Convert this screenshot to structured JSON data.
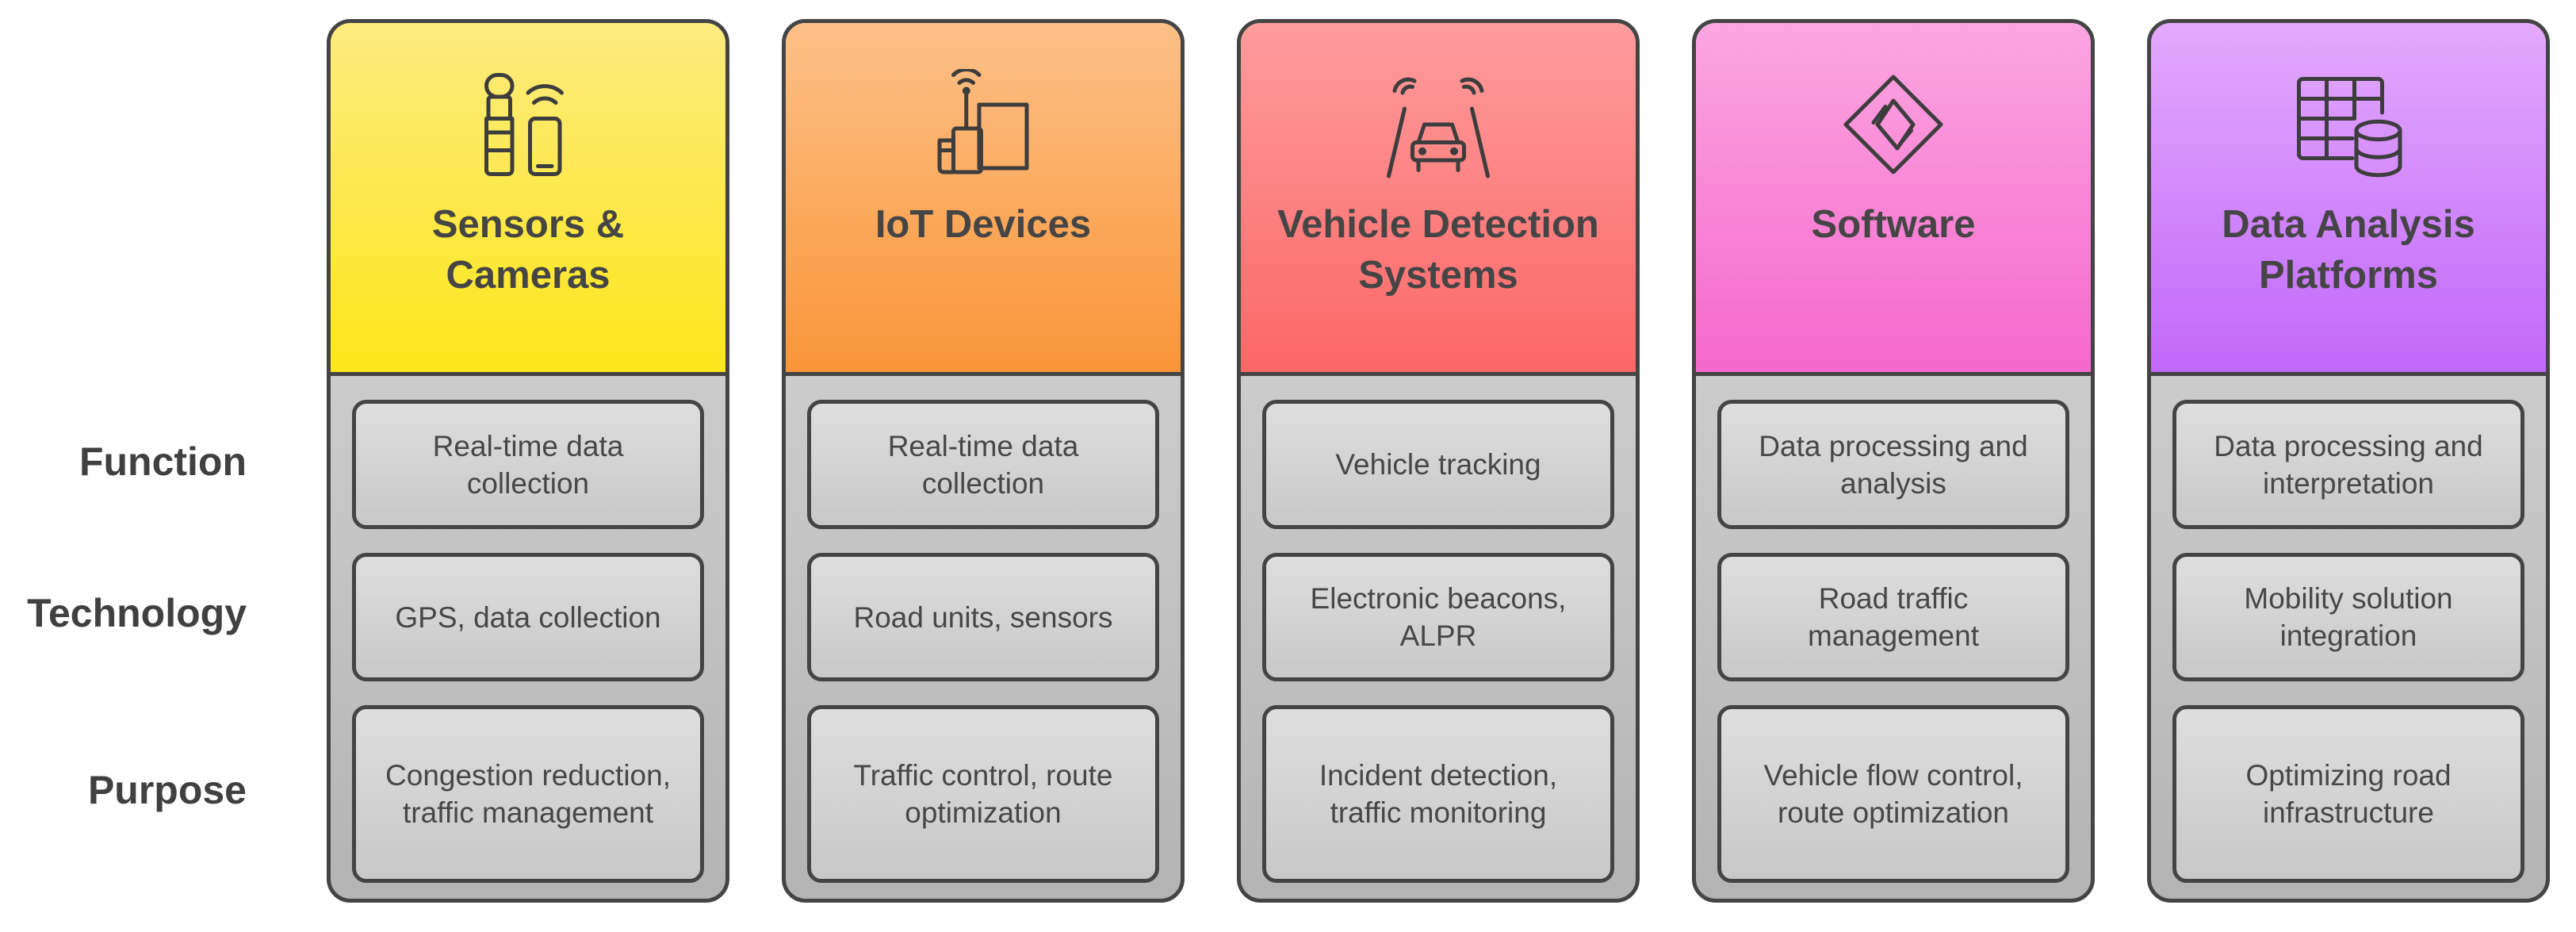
{
  "rows": [
    {
      "label": "Function"
    },
    {
      "label": "Technology"
    },
    {
      "label": "Purpose"
    }
  ],
  "columns": [
    {
      "title": "Sensors & Cameras",
      "icon": "sensor-camera-icon",
      "header_gradient": [
        "#fdeb7f",
        "#fde61a"
      ],
      "cells": [
        "Real-time data collection",
        "GPS, data collection",
        "Congestion reduction, traffic management"
      ]
    },
    {
      "title": "IoT Devices",
      "icon": "iot-device-icon",
      "header_gradient": [
        "#fdc088",
        "#f99538"
      ],
      "cells": [
        "Real-time data collection",
        "Road units, sensors",
        "Traffic control, route optimization"
      ]
    },
    {
      "title": "Vehicle Detection Systems",
      "icon": "vehicle-detection-icon",
      "header_gradient": [
        "#fe9c9c",
        "#fc6767"
      ],
      "cells": [
        "Vehicle tracking",
        "Electronic beacons, ALPR",
        "Incident detection, traffic monitoring"
      ]
    },
    {
      "title": "Software",
      "icon": "software-icon",
      "header_gradient": [
        "#fca6e1",
        "#f568cd"
      ],
      "cells": [
        "Data processing and analysis",
        "Road traffic management",
        "Vehicle flow control, route optimization"
      ]
    },
    {
      "title": "Data Analysis Platforms",
      "icon": "data-platform-icon",
      "header_gradient": [
        "#e3a9fd",
        "#c168f9"
      ],
      "cells": [
        "Data processing and interpretation",
        "Mobility solution integration",
        "Optimizing road infrastructure"
      ]
    }
  ]
}
